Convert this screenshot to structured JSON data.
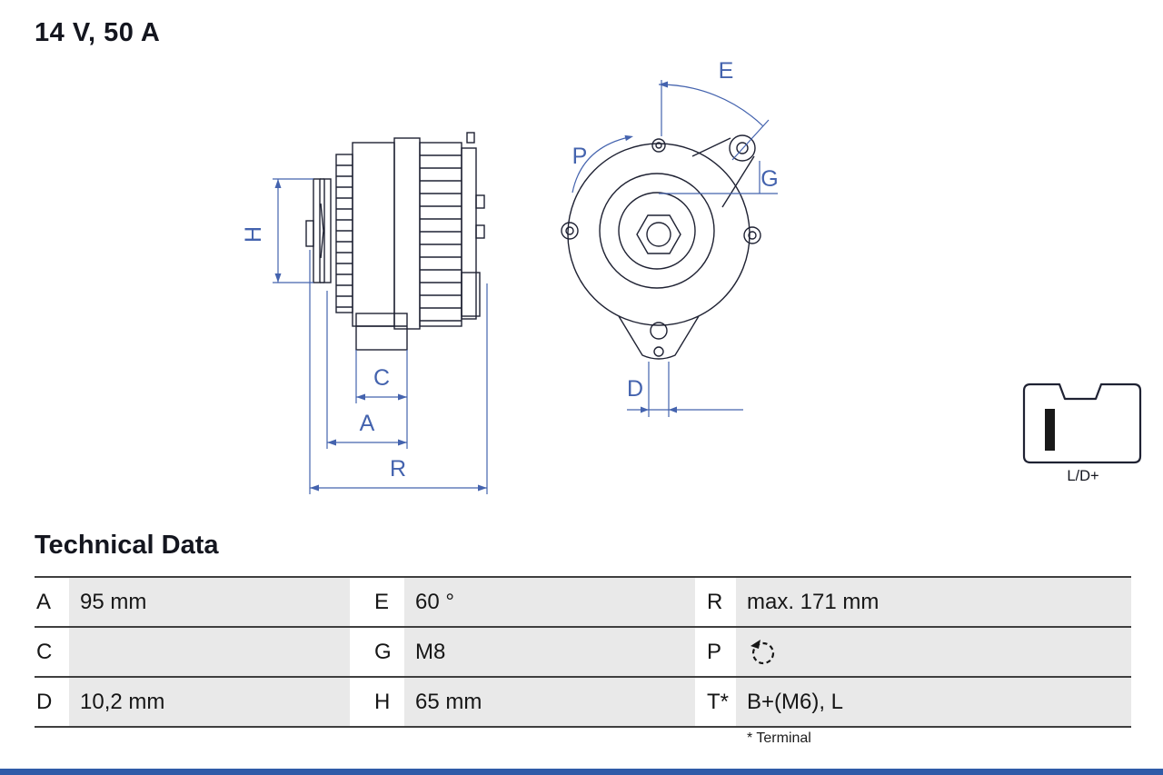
{
  "header": {
    "rating": "14 V, 50 A"
  },
  "drawing": {
    "side_view": {
      "h_label": "H",
      "c_label": "C",
      "a_label": "A",
      "r_label": "R"
    },
    "front_view": {
      "e_label": "E",
      "p_label": "P",
      "g_label": "G",
      "d_label": "D"
    }
  },
  "connector": {
    "label": "L/D+"
  },
  "technical_data": {
    "title": "Technical Data",
    "rows": [
      {
        "cells": [
          {
            "key": "A",
            "value": "95 mm"
          },
          {
            "key": "E",
            "value": "60 °"
          },
          {
            "key": "R",
            "value": "max. 171 mm"
          }
        ]
      },
      {
        "cells": [
          {
            "key": "C",
            "value": ""
          },
          {
            "key": "G",
            "value": "M8"
          },
          {
            "key": "P",
            "value": "",
            "icon": "rotation-direction-icon"
          }
        ]
      },
      {
        "cells": [
          {
            "key": "D",
            "value": "10,2 mm"
          },
          {
            "key": "H",
            "value": "65 mm"
          },
          {
            "key": "T*",
            "value": "B+(M6), L"
          }
        ]
      }
    ],
    "footnote": "* Terminal"
  },
  "colors": {
    "dimension_blue": "#4463ae",
    "line_dark": "#1f2233",
    "table_value_bg": "#e9e9e9",
    "table_border": "#3f3f3f",
    "bottom_bar_blue": "#2f5ba8",
    "connector_bar": "#191919",
    "text_dark": "#14161f"
  }
}
